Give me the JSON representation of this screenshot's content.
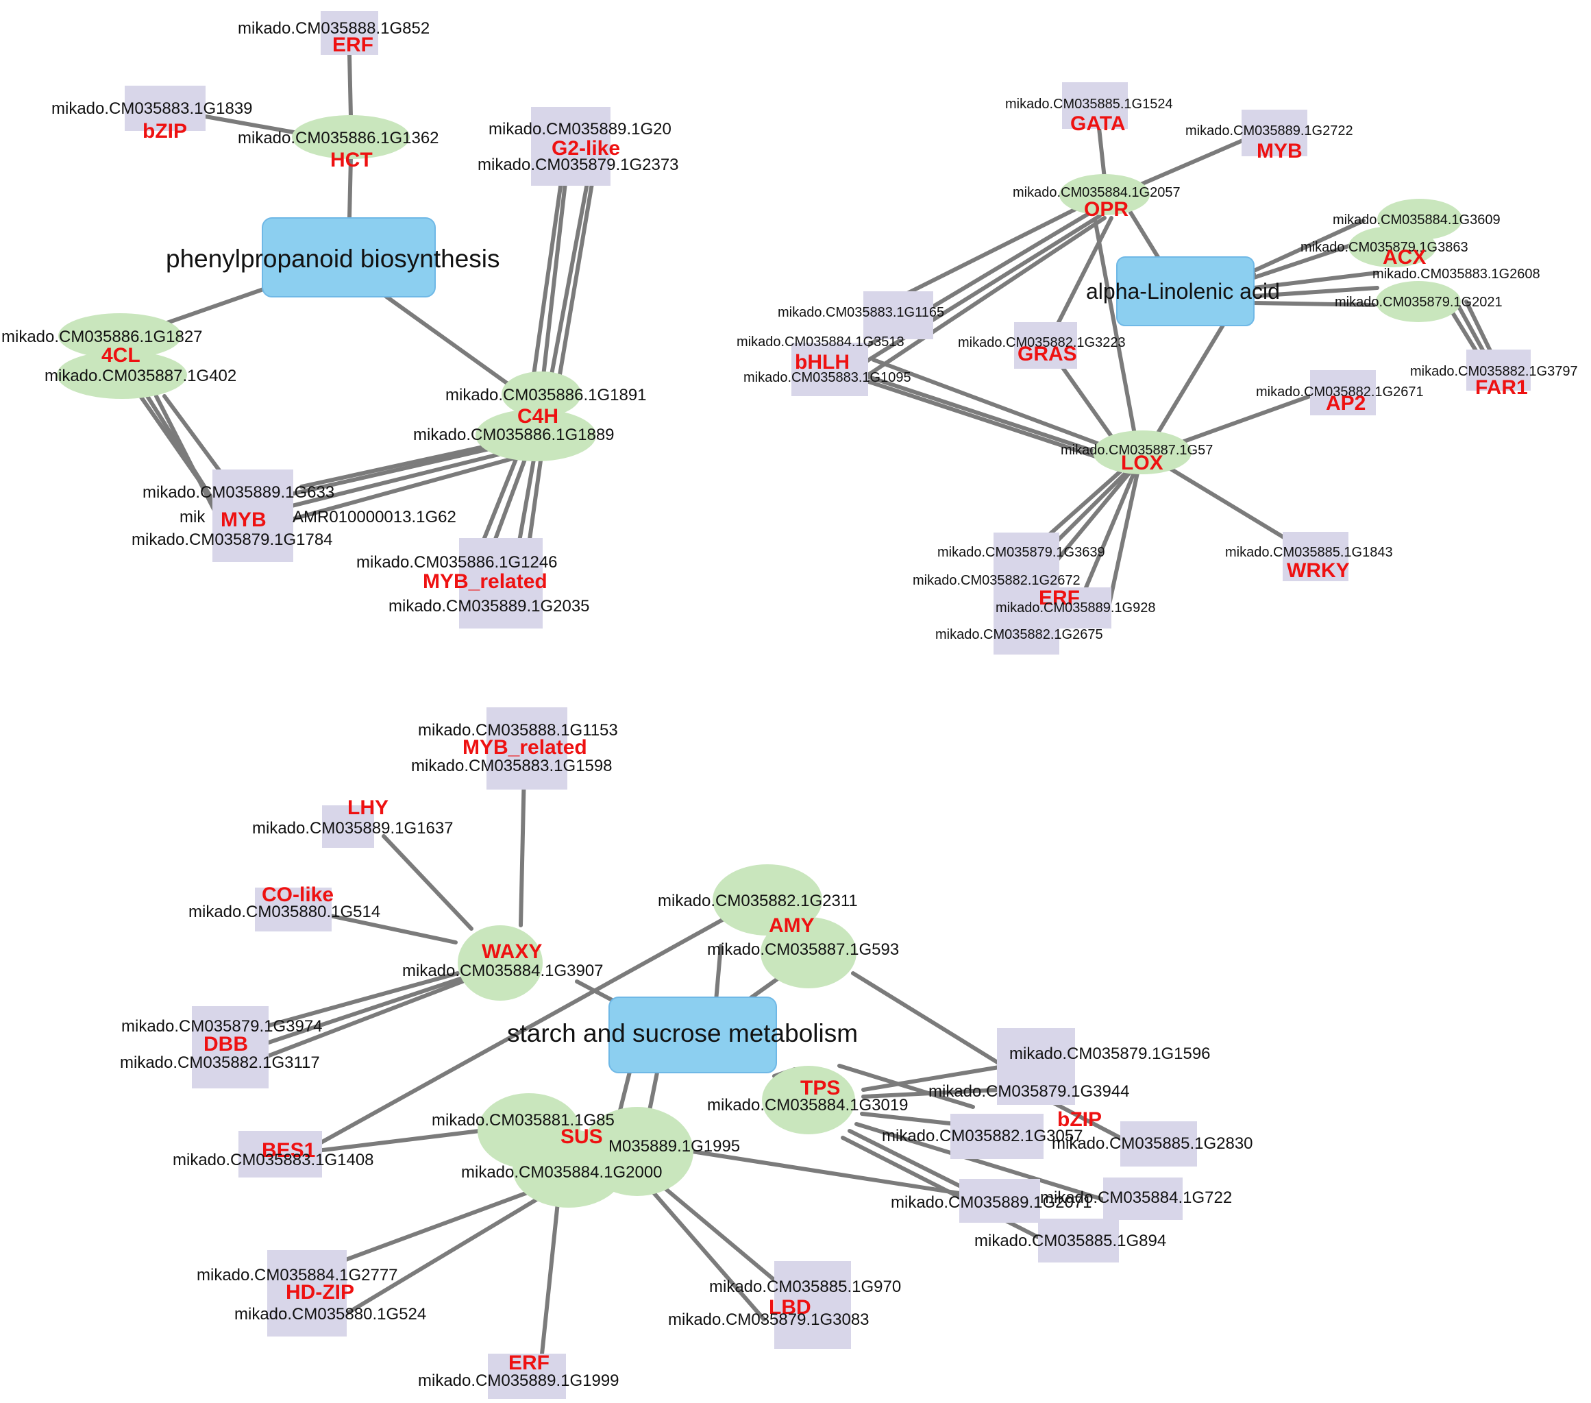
{
  "colors": {
    "pathway_fill": "#8ccff0",
    "gene_fill": "#c9e6bd",
    "tf_fill": "#d8d6e9",
    "edge": "#7b7b7b",
    "family_label": "#ee1111",
    "text": "#111111"
  },
  "node_kinds": {
    "pathway": "rounded-rectangle",
    "gene": "ellipse",
    "tf": "square"
  },
  "pathways": {
    "p1": "phenylpropanoid biosynthesis",
    "p2": "alpha-Linolenic acid",
    "p3": "starch and sucrose metabolism"
  },
  "labels": {
    "a_erf_id": "mikado.CM035888.1G852",
    "a_erf": "ERF",
    "a_bzip_id": "mikado.CM035883.1G1839",
    "a_bzip": "bZIP",
    "a_hct_id": "mikado.CM035886.1G1362",
    "a_hct": "HCT",
    "a_g2_id1": "mikado.CM035889.1G20",
    "a_g2": "G2-like",
    "a_g2_id2": "mikado.CM035879.1G2373",
    "a_4cl_id1": "mikado.CM035886.1G1827",
    "a_4cl": "4CL",
    "a_4cl_id2": "mikado.CM035887.1G402",
    "a_c4h_id1": "mikado.CM035886.1G1891",
    "a_c4h": "C4H",
    "a_c4h_id2": "mikado.CM035886.1G1889",
    "a_myb_id1": "mikado.CM035889.1G633",
    "a_myb_pre": "mik",
    "a_myb": "MYB",
    "a_myb_id2": "AMR010000013.1G62",
    "a_myb_id3": "mikado.CM035879.1G1784",
    "a_mybr_id1": "mikado.CM035886.1G1246",
    "a_mybr": "MYB_related",
    "a_mybr_id2": "mikado.CM035889.1G2035",
    "b_gata_id": "mikado.CM035885.1G1524",
    "b_gata": "GATA",
    "b_myb_id": "mikado.CM035889.1G2722",
    "b_myb": "MYB",
    "b_opr_id": "mikado.CM035884.1G2057",
    "b_opr": "OPR",
    "b_acx_id1": "mikado.CM035884.1G3609",
    "b_acx_id2": "mikado.CM035879.1G3863",
    "b_acx": "ACX",
    "b_acx_id3": "mikado.CM035883.1G2608",
    "b_acx_id4": "mikado.CM035879.1G2021",
    "b_far1_id": "mikado.CM035882.1G3797",
    "b_far1": "FAR1",
    "b_bhlh_id1": "mikado.CM035883.1G1165",
    "b_bhlh_id2": "mikado.CM035884.1G3513",
    "b_bhlh": "bHLH",
    "b_bhlh_id3": "mikado.CM035883.1G1095",
    "b_gras_id": "mikado.CM035882.1G3223",
    "b_gras": "GRAS",
    "b_ap2_id": "mikado.CM035882.1G2671",
    "b_ap2": "AP2",
    "b_lox_id": "mikado.CM035887.1G57",
    "b_lox": "LOX",
    "b_erf_id1": "mikado.CM035879.1G3639",
    "b_erf_id2": "mikado.CM035882.1G2672",
    "b_erf": "ERF",
    "b_erf_id3": "mikado.CM035889.1G928",
    "b_erf_id4": "mikado.CM035882.1G2675",
    "b_wrky_id": "mikado.CM035885.1G1843",
    "b_wrky": "WRKY",
    "c_mybr_id1": "mikado.CM035888.1G1153",
    "c_mybr": "MYB_related",
    "c_mybr_id2": "mikado.CM035883.1G1598",
    "c_lhy": "LHY",
    "c_lhy_id": "mikado.CM035889.1G1637",
    "c_col": "CO-like",
    "c_col_id": "mikado.CM035880.1G514",
    "c_waxy": "WAXY",
    "c_waxy_id": "mikado.CM035884.1G3907",
    "c_dbb_id1": "mikado.CM035879.1G3974",
    "c_dbb": "DBB",
    "c_dbb_id2": "mikado.CM035882.1G3117",
    "c_amy_id1": "mikado.CM035882.1G2311",
    "c_amy": "AMY",
    "c_amy_id2": "mikado.CM035887.1G593",
    "c_tps": "TPS",
    "c_tps_id": "mikado.CM035884.1G3019",
    "c_bzip_id1": "mikado.CM035879.1G1596",
    "c_bzip_id2": "mikado.CM035879.1G3944",
    "c_bzip": "bZIP",
    "c_bzip_id3": "mikado.CM035882.1G3057",
    "c_bzip_id4": "mikado.CM035885.1G2830",
    "c_tpsx_id1": "mikado.CM035889.1G2071",
    "c_tpsx_id2": "mikado.CM035884.1G722",
    "c_tpsx_id3": "mikado.CM035885.1G894",
    "c_bes1": "BES1",
    "c_bes1_id": "mikado.CM035883.1G1408",
    "c_sus_id1": "mikado.CM035881.1G85",
    "c_sus": "SUS",
    "c_sus_id2": "M035889.1G1995",
    "c_sus_id3": "mikado.CM035884.1G2000",
    "c_hdzip_id1": "mikado.CM035884.1G2777",
    "c_hdzip": "HD-ZIP",
    "c_hdzip_id2": "mikado.CM035880.1G524",
    "c_lbd_id1": "mikado.CM035885.1G970",
    "c_lbd": "LBD",
    "c_lbd_id2": "mikado.CM035879.1G3083",
    "c_erf": "ERF",
    "c_erf_id": "mikado.CM035889.1G1999"
  }
}
